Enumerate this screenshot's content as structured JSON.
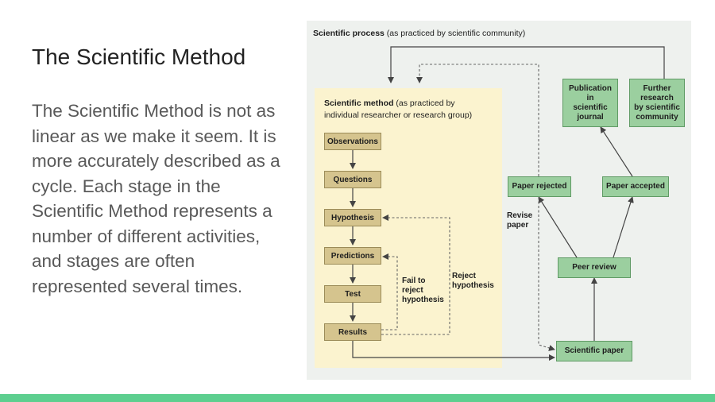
{
  "slide": {
    "title": "The Scientific Method",
    "body": "The Scientific Method is not as linear as we make it seem. It is more accurately described as a cycle.  Each stage in the Scientific Method represents a number of different activities, and stages are often represented several times."
  },
  "diagram": {
    "process_title_bold": "Scientific process",
    "process_title_rest": " (as practiced by scientific community)",
    "method_title_bold": "Scientific method",
    "method_title_rest_1": " (as practiced by",
    "method_title_rest_2": "individual researcher or research group)",
    "steps": [
      "Observations",
      "Questions",
      "Hypothesis",
      "Predictions",
      "Test",
      "Results"
    ],
    "community": {
      "publication": "Publication\nin\nscientific\njournal",
      "further": "Further\nresearch\nby scientific\ncommunity",
      "paper_rejected": "Paper rejected",
      "paper_accepted": "Paper accepted",
      "peer_review": "Peer review",
      "scientific_paper": "Scientific paper"
    },
    "labels": {
      "revise": "Revise\npaper",
      "fail": "Fail to\nreject\nhypothesis",
      "reject": "Reject\nhypothesis"
    },
    "colors": {
      "method_panel": "#fbf3cf",
      "step_box": "#d5c48e",
      "community_box": "#9bcf9f",
      "background": "#eef1ee",
      "accent_bar": "#5dcf8f"
    }
  }
}
